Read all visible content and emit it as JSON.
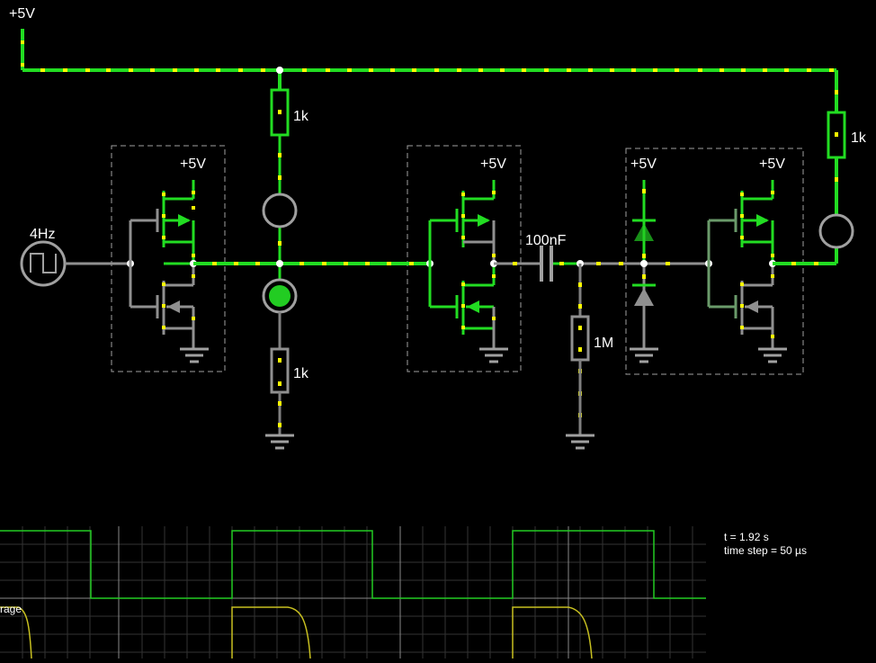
{
  "labels": {
    "supply_main": "+5V",
    "res_top": "1k",
    "res_bottom": "1k",
    "res_right": "1k",
    "res_1m": "1M",
    "cap": "100nF",
    "clock": "4Hz",
    "vcc1": "+5V",
    "vcc2": "+5V",
    "vcc3": "+5V",
    "vcc4": "+5V"
  },
  "scope": {
    "label": "rage"
  },
  "info": {
    "time": "t = 1.92 s",
    "timestep": "time step = 50 µs"
  },
  "colors": {
    "wire_active": "#22dd22",
    "wire_idle": "#808080",
    "dot": "#ffff00",
    "box": "#a0a0a0",
    "scope_trace_1": "#22cc22",
    "scope_trace_2": "#c8c020"
  }
}
